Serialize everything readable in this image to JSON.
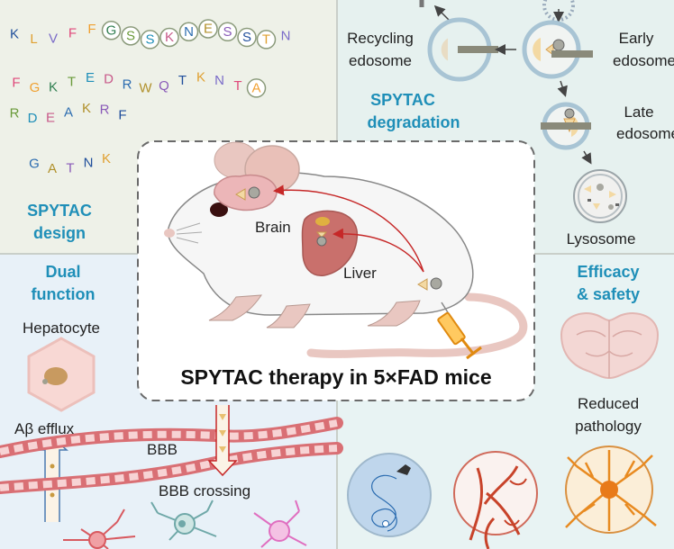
{
  "design": {
    "title_lines": [
      "SPYTAC",
      "design"
    ],
    "sequence_rows": [
      [
        "K",
        "L",
        "V",
        "F",
        "F",
        "G",
        "S",
        "S",
        "K",
        "N",
        "E",
        "S",
        "S",
        "T",
        "N"
      ],
      [
        "F",
        "G",
        "K",
        "T",
        "E",
        "D",
        "R",
        "W",
        "Q",
        "T",
        "K",
        "N",
        "T",
        "A"
      ],
      [
        "R",
        "D",
        "E",
        "A",
        "K",
        "R",
        "F"
      ],
      [
        "G",
        "A",
        "T",
        "N",
        "K"
      ]
    ]
  },
  "degradation": {
    "title_lines": [
      "SPYTAC",
      "degradation"
    ],
    "recycling_lines": [
      "Recycling",
      "edosome"
    ],
    "early_lines": [
      "Early",
      "edosome"
    ],
    "late_lines": [
      "Late",
      "edosome"
    ],
    "lysosome_label": "Lysosome"
  },
  "center": {
    "brain_label": "Brain",
    "liver_label": "Liver",
    "title": "SPYTAC therapy in 5×FAD mice"
  },
  "dual": {
    "title_lines": [
      "Dual",
      "function"
    ],
    "hepatocyte_label": "Hepatocyte",
    "abeta_label": "Aβ efflux",
    "bbb_label": "BBB",
    "bbb_crossing_label": "BBB crossing"
  },
  "efficacy": {
    "title_lines": [
      "Efficacy",
      "& safety"
    ],
    "reduced_lines": [
      "Reduced",
      "pathology"
    ]
  },
  "colors": {
    "design_bg": "#eef1e8",
    "degradation_bg": "#e6f1ef",
    "dual_bg": "#e8f1f8",
    "efficacy_bg": "#e8f3f3",
    "accent_blue": "#1f8fb8",
    "vessel_red": "#c8434a",
    "syringe_orange": "#f0a020"
  }
}
